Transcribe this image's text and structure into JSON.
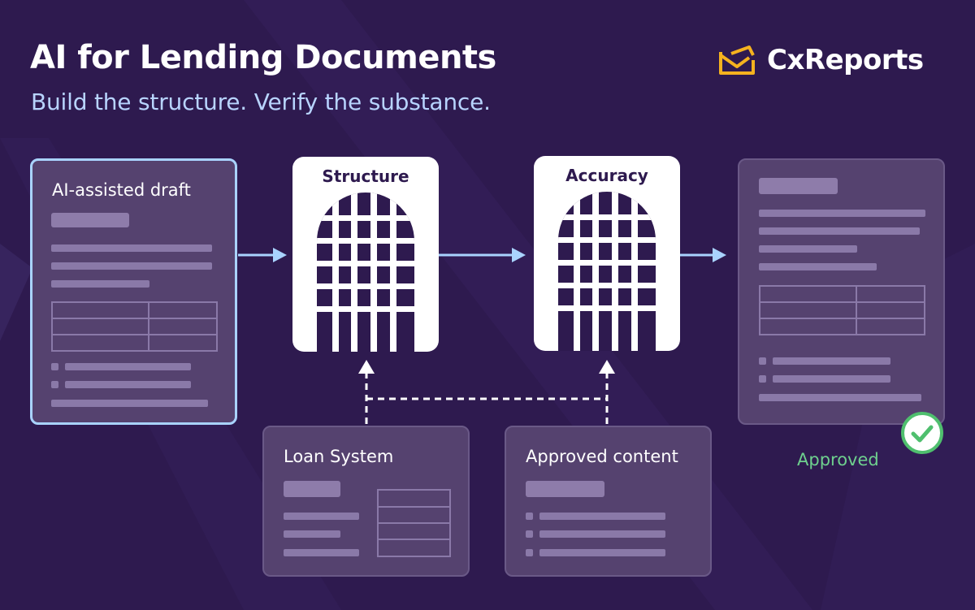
{
  "header": {
    "title": "AI for Lending Documents",
    "subtitle": "Build the structure. Verify the substance."
  },
  "brand": {
    "name": "CxReports",
    "icon": "envelope-logo-icon",
    "color": "#f5b21f"
  },
  "nodes": {
    "draft": {
      "title": "AI-assisted draft"
    },
    "structure": {
      "label": "Structure",
      "icon": "gate-icon"
    },
    "accuracy": {
      "label": "Accuracy",
      "icon": "gate-icon"
    },
    "loan_system": {
      "title": "Loan System"
    },
    "approved_content": {
      "title": "Approved content"
    },
    "result": {
      "status": "Approved",
      "icon": "check-circle-icon"
    }
  },
  "colors": {
    "background": "#2e1a4f",
    "card": "#55426f",
    "accent_blue": "#a9d3ff",
    "approved_green": "#4fbf6e",
    "placeholder": "#8a79a8"
  }
}
